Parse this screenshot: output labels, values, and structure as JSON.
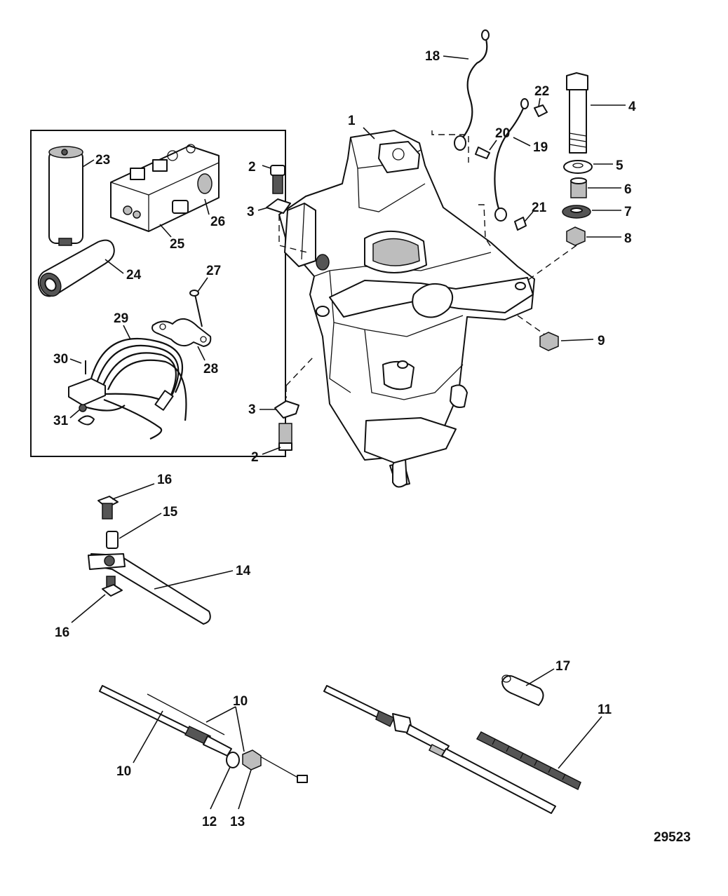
{
  "figure": {
    "drawing_number": "29523"
  },
  "callouts": {
    "c1": "1",
    "c2a": "2",
    "c2b": "2",
    "c3a": "3",
    "c3b": "3",
    "c4": "4",
    "c5": "5",
    "c6": "6",
    "c7": "7",
    "c8": "8",
    "c9": "9",
    "c10a": "10",
    "c10b": "10",
    "c11": "11",
    "c12": "12",
    "c13": "13",
    "c14": "14",
    "c15": "15",
    "c16a": "16",
    "c16b": "16",
    "c17": "17",
    "c18": "18",
    "c19": "19",
    "c20": "20",
    "c21": "21",
    "c22": "22",
    "c23": "23",
    "c24": "24",
    "c25": "25",
    "c26": "26",
    "c27": "27",
    "c28": "28",
    "c29": "29",
    "c30": "30",
    "c31": "31"
  }
}
